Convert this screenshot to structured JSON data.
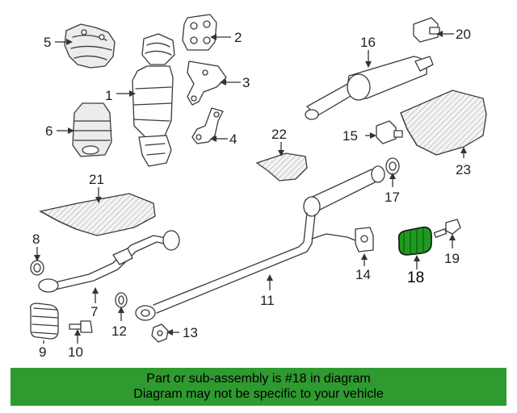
{
  "diagram": {
    "highlight_part": "18",
    "parts": [
      {
        "id": "p1",
        "label": "1"
      },
      {
        "id": "p2",
        "label": "2"
      },
      {
        "id": "p3",
        "label": "3"
      },
      {
        "id": "p4",
        "label": "4"
      },
      {
        "id": "p5",
        "label": "5"
      },
      {
        "id": "p6",
        "label": "6"
      },
      {
        "id": "p7",
        "label": "7"
      },
      {
        "id": "p8",
        "label": "8"
      },
      {
        "id": "p9",
        "label": "9"
      },
      {
        "id": "p10",
        "label": "10"
      },
      {
        "id": "p11",
        "label": "11"
      },
      {
        "id": "p12",
        "label": "12"
      },
      {
        "id": "p13",
        "label": "13"
      },
      {
        "id": "p14",
        "label": "14"
      },
      {
        "id": "p15",
        "label": "15"
      },
      {
        "id": "p16",
        "label": "16"
      },
      {
        "id": "p17",
        "label": "17"
      },
      {
        "id": "p18",
        "label": "18"
      },
      {
        "id": "p19",
        "label": "19"
      },
      {
        "id": "p20",
        "label": "20"
      },
      {
        "id": "p21",
        "label": "21"
      },
      {
        "id": "p22",
        "label": "22"
      },
      {
        "id": "p23",
        "label": "23"
      }
    ],
    "colors": {
      "highlight": "#1f9a1f",
      "banner": "#2f9a2f",
      "line": "#3a3a3a"
    }
  },
  "banner": {
    "line1": "Part or sub-assembly is #18 in diagram",
    "line2": "Diagram may not be specific to your vehicle"
  }
}
